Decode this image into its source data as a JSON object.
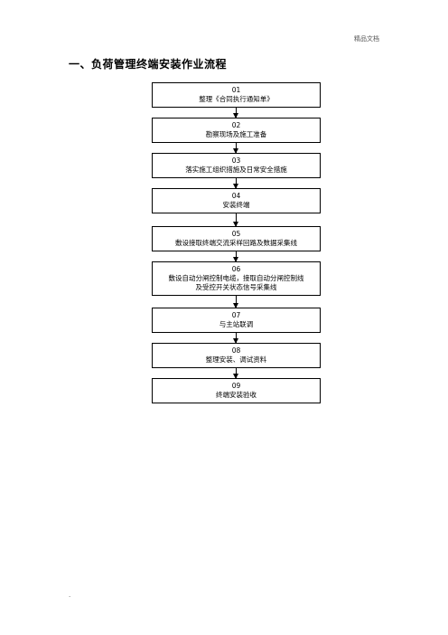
{
  "header": {
    "label": "精品文档"
  },
  "title": "一、负荷管理终端安装作业流程",
  "steps": [
    {
      "num": "01",
      "text": "整理《合同执行通知单》"
    },
    {
      "num": "02",
      "text": "勘察现场及施工准备"
    },
    {
      "num": "03",
      "text": "落实施工组织措施及日常安全措施"
    },
    {
      "num": "04",
      "text": "安装终端"
    },
    {
      "num": "05",
      "text": "敷设接取终端交流采样回路及数据采集线"
    },
    {
      "num": "06",
      "text": "敷设自动分闸控制电缆，接取自动分闸控制线\n及受控开关状态信号采集线"
    },
    {
      "num": "07",
      "text": "与主站联调"
    },
    {
      "num": "08",
      "text": "整理安装、调试资料"
    },
    {
      "num": "09",
      "text": "终端安装验收"
    }
  ],
  "footer": {
    "mark": "."
  }
}
